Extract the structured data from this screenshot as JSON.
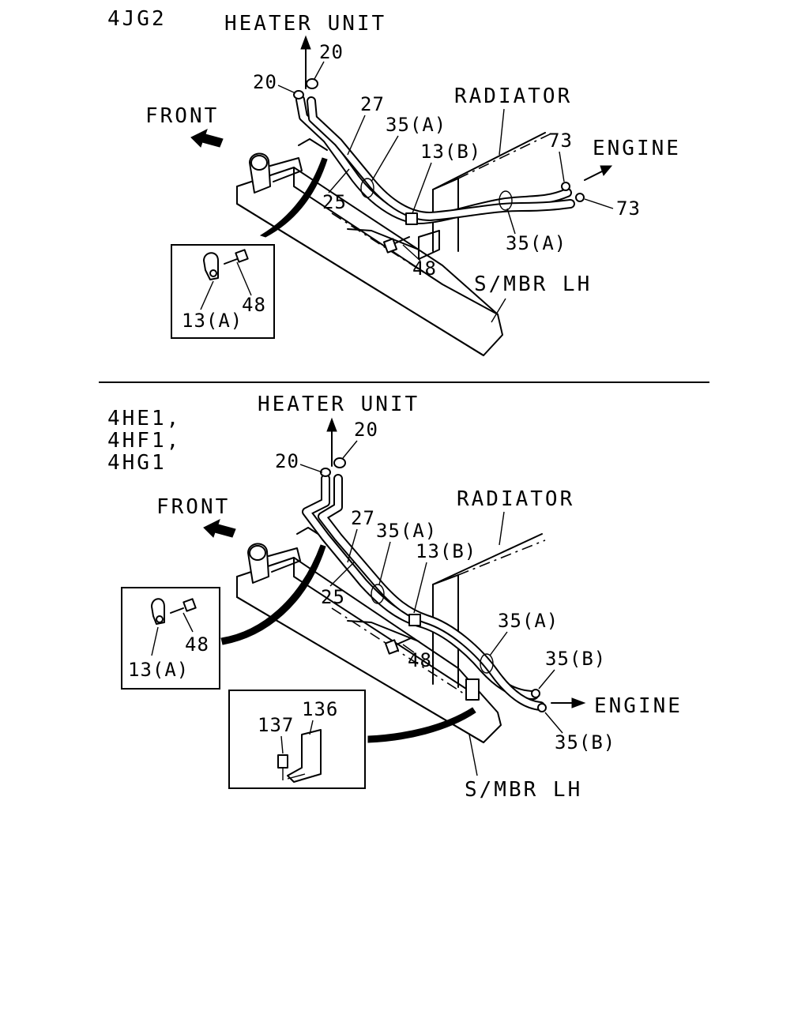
{
  "top": {
    "model": "4JG2",
    "heater_unit": "HEATER UNIT",
    "front": "FRONT",
    "radiator": "RADIATOR",
    "engine": "ENGINE",
    "smbr": "S/MBR LH",
    "parts": {
      "p20a": "20",
      "p20b": "20",
      "p27": "27",
      "p35a1": "35(A)",
      "p13b": "13(B)",
      "p25": "25",
      "p48": "48",
      "p35a2": "35(A)",
      "p73a": "73",
      "p73b": "73",
      "inset_48": "48",
      "inset_13a": "13(A)"
    }
  },
  "bottom": {
    "models": [
      "4HE1,",
      "4HF1,",
      "4HG1"
    ],
    "heater_unit": "HEATER UNIT",
    "front": "FRONT",
    "radiator": "RADIATOR",
    "engine": "ENGINE",
    "smbr": "S/MBR LH",
    "parts": {
      "p20a": "20",
      "p20b": "20",
      "p27": "27",
      "p35a1": "35(A)",
      "p13b": "13(B)",
      "p25": "25",
      "p48": "48",
      "p35a2": "35(A)",
      "p35b1": "35(B)",
      "p35b2": "35(B)",
      "inset_48": "48",
      "inset_13a": "13(A)",
      "inset_136": "136",
      "inset_137": "137"
    }
  }
}
